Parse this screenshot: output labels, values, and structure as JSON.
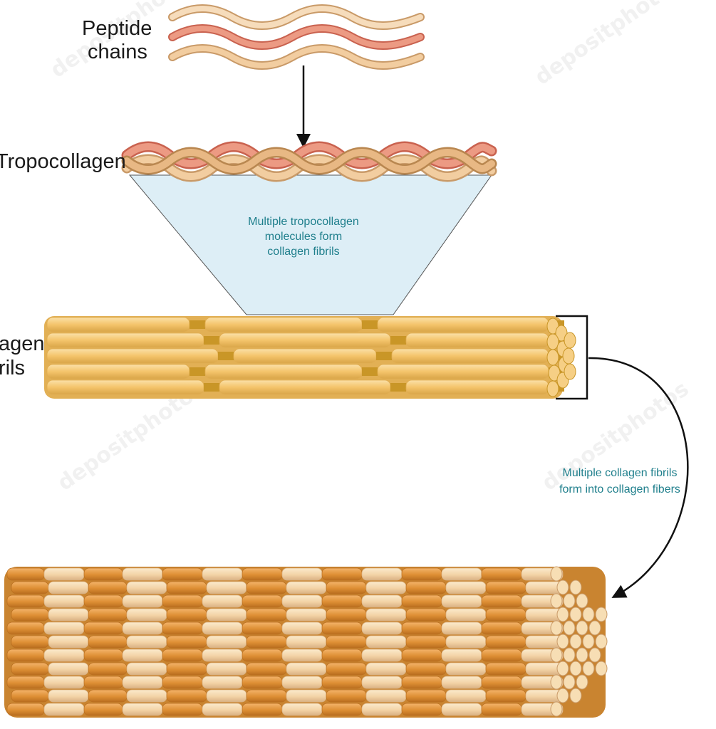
{
  "labels": {
    "peptide_line1": "Peptide",
    "peptide_line2": "chains",
    "tropocollagen": "Tropocollagen",
    "fibrils_line1": "agen",
    "fibrils_line2": "rils"
  },
  "annotations": {
    "cone_line1": "Multiple tropocollagen",
    "cone_line2": "molecules form",
    "cone_line3": "collagen fibrils",
    "curve_line1": "Multiple collagen fibrils",
    "curve_line2": "form into collagen fibers"
  },
  "watermark": "depositphotos",
  "colors": {
    "peptide_light": "#f2cda0",
    "peptide_pink": "#e9856f",
    "cone_fill": "#ddeef6",
    "fibril_tan": "#f4c46b",
    "fibril_gap": "#c99627",
    "fiber_dark": "#de8f34",
    "fiber_light": "#f3d3a6",
    "note_teal": "#1f7f8c"
  },
  "icons": [
    "down-arrow-icon",
    "curved-arrow-icon",
    "bracket-icon"
  ]
}
